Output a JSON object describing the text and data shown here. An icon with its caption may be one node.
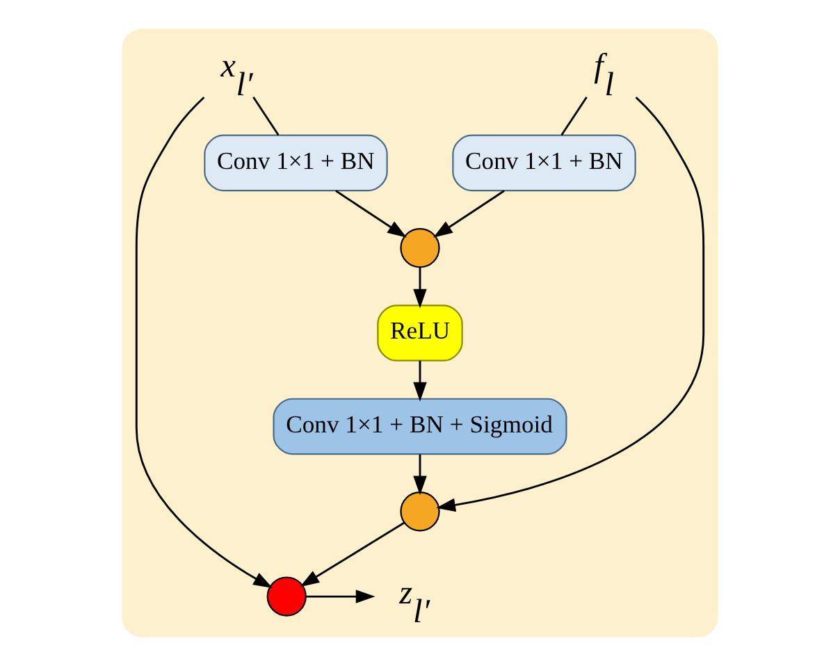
{
  "diagram": {
    "nodes": [
      {
        "text": [],
        "shape": "box"
      },
      {
        "text": [
          "*f*$_{l}$"
        ],
        "in": 0
      },
      {
        "text": [
          "*x*$_{l′}$"
        ],
        "in": 0
      },
      {
        "text": [
          "Conv 1×1 + BN"
        ],
        "in": 0
      },
      {
        "text": [
          "Conv 1×1 + BN"
        ],
        "in": 0
      },
      {
        "text": [],
        "shape": "circle",
        "in": 0
      },
      {
        "text": [
          "ReLU"
        ],
        "in": 0
      },
      {
        "text": [
          "Conv 1×1 + BN + Sigmoid"
        ],
        "in": 0
      },
      {
        "text": [],
        "shape": "circle",
        "in": 0
      },
      {
        "text": [],
        "shape": "circle",
        "in": 0
      },
      {
        "text": [
          "*z*$_{l′}$"
        ],
        "in": 0
      }
    ],
    "edges": [
      {
        "from": 1,
        "to": 3,
        "arrow": "none"
      },
      {
        "from": 2,
        "to": 4,
        "arrow": "none"
      },
      {
        "from": 3,
        "to": 5,
        "arrow": "to"
      },
      {
        "from": 4,
        "to": 5,
        "arrow": "to"
      },
      {
        "from": 5,
        "to": 6,
        "arrow": "to"
      },
      {
        "from": 6,
        "to": 7,
        "arrow": "to"
      },
      {
        "from": 7,
        "to": 8,
        "arrow": "to"
      },
      {
        "from": 1,
        "to": 8,
        "arrow": "to"
      },
      {
        "from": 8,
        "to": 9,
        "arrow": "to"
      },
      {
        "from": 2,
        "to": 9,
        "arrow": "to"
      },
      {
        "from": 9,
        "to": 10,
        "arrow": "to"
      }
    ]
  }
}
